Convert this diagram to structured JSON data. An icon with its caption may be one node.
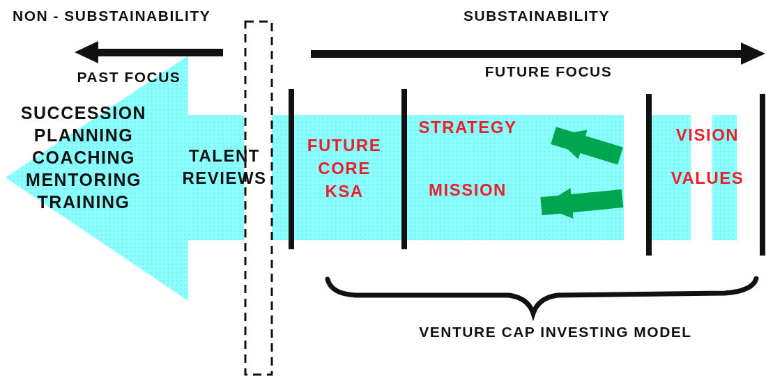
{
  "diagram": {
    "nodes": [
      {
        "text": [
          "STRATEGY"
        ]
      },
      {
        "text": [
          "MISSION"
        ]
      }
    ],
    "edges": [
      {
        "from": null,
        "to": 0,
        "arrow": "to",
        "color": "#00a550"
      },
      {
        "from": null,
        "to": 1,
        "arrow": "to",
        "color": "#00a550"
      }
    ],
    "labels": [
      "NON - SUBSTAINABILITY",
      "SUBSTAINABILITY",
      "PAST FOCUS",
      "FUTURE FOCUS",
      "SUCCESSION PLANNING COACHING MENTORING TRAINING",
      "TALENT REVIEWS",
      "FUTURE CORE KSA",
      "VISION",
      "VALUES",
      "VENTURE CAP INVESTING MODEL"
    ]
  }
}
